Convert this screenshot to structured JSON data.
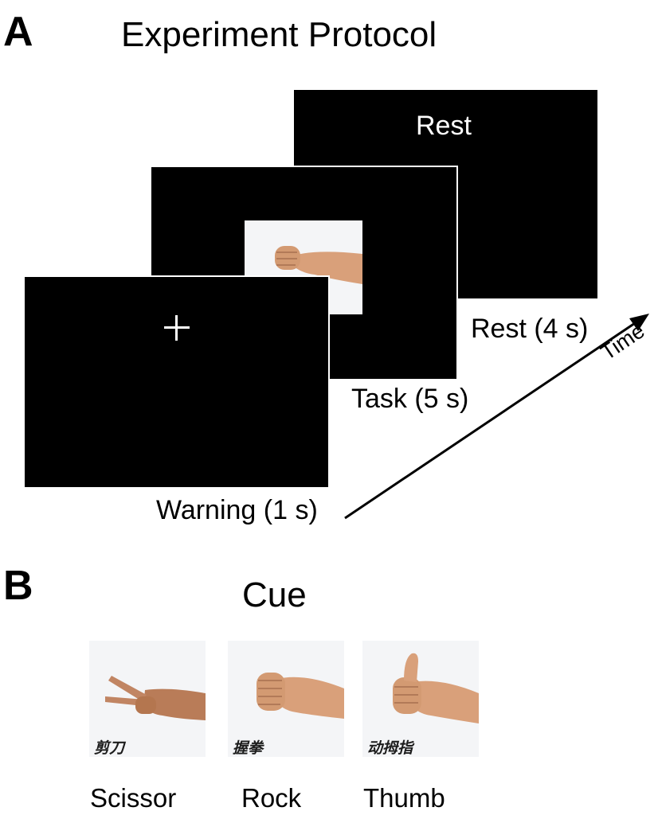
{
  "panel_a": {
    "letter": "A",
    "title": "Experiment Protocol",
    "screens": {
      "rest": {
        "text": "Rest",
        "label": "Rest (4 s)"
      },
      "task": {
        "label": "Task (5 s)"
      },
      "warning": {
        "fixation": "+",
        "label": "Warning (1 s)"
      }
    },
    "time_axis_label": "Time"
  },
  "panel_b": {
    "letter": "B",
    "title": "Cue",
    "cues": [
      {
        "caption": "剪刀",
        "label": "Scissor"
      },
      {
        "caption": "握拳",
        "label": "Rock"
      },
      {
        "caption": "动拇指",
        "label": "Thumb"
      }
    ]
  },
  "colors": {
    "screen": "#000000",
    "skin": "#d9a07a",
    "photo_bg": "#f4f5f7"
  }
}
